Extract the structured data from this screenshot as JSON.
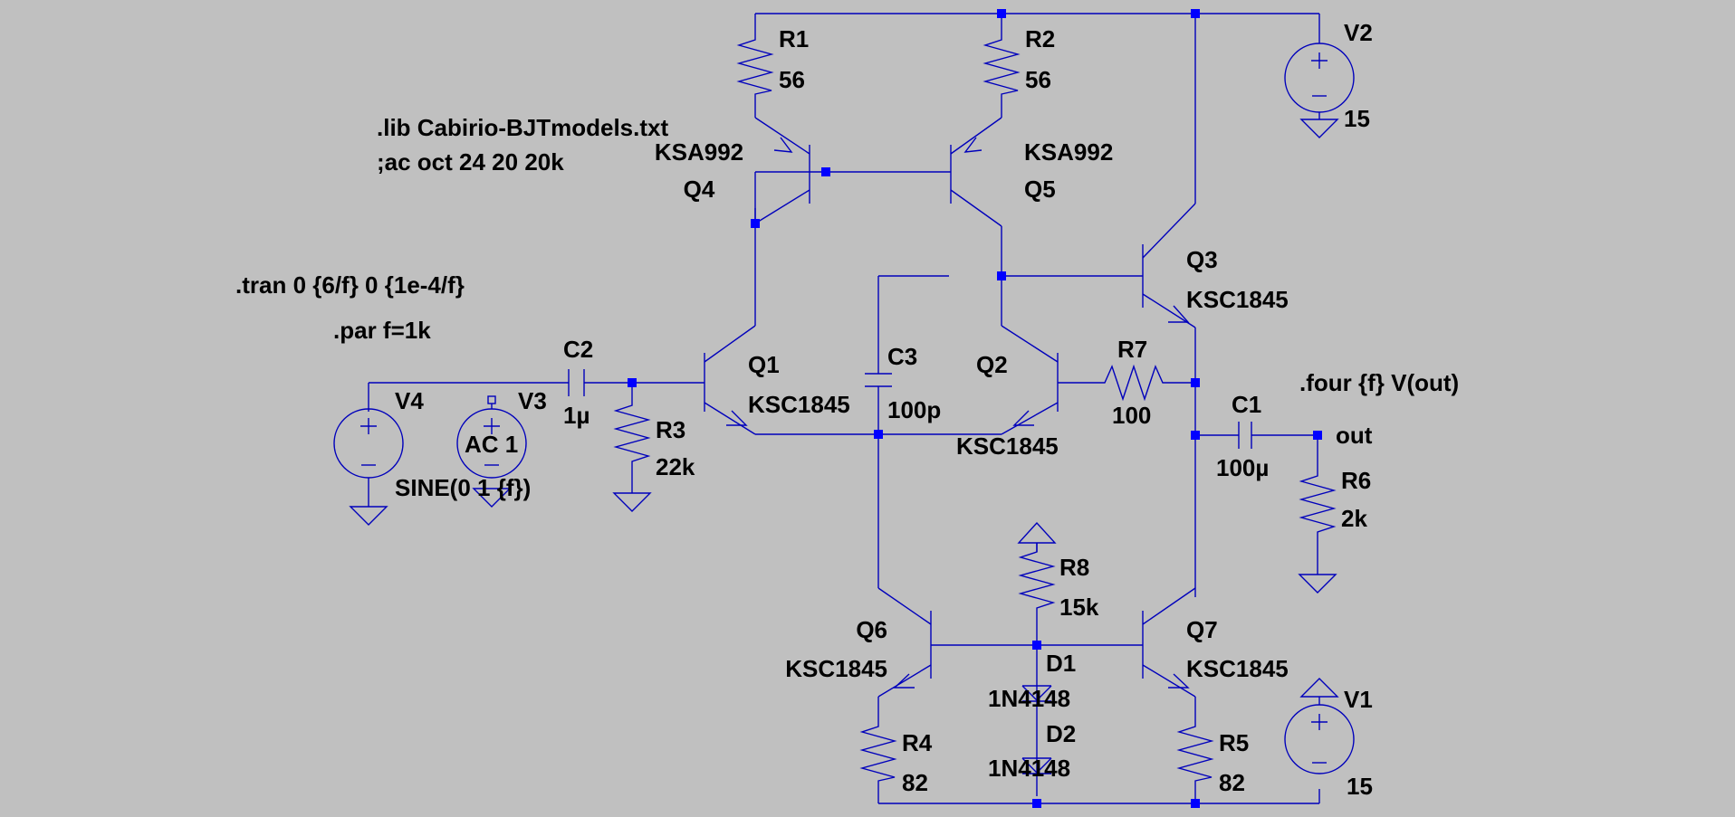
{
  "colors": {
    "background": "#c0c0c0",
    "wire": "#0000bb",
    "junction": "#0000ff",
    "text": "#000000"
  },
  "directives": {
    "lib": ".lib Cabirio-BJTmodels.txt",
    "ac": ";ac oct 24 20 20k",
    "tran": ".tran 0 {6/f} 0 {1e-4/f}",
    "par": ".par f=1k",
    "four": ".four {f} V(out)"
  },
  "components": {
    "R1": {
      "name": "R1",
      "value": "56"
    },
    "R2": {
      "name": "R2",
      "value": "56"
    },
    "R3": {
      "name": "R3",
      "value": "22k"
    },
    "R4": {
      "name": "R4",
      "value": "82"
    },
    "R5": {
      "name": "R5",
      "value": "82"
    },
    "R6": {
      "name": "R6",
      "value": "2k"
    },
    "R7": {
      "name": "R7",
      "value": "100"
    },
    "R8": {
      "name": "R8",
      "value": "15k"
    },
    "C1": {
      "name": "C1",
      "value": "100µ"
    },
    "C2": {
      "name": "C2",
      "value": "1µ"
    },
    "C3": {
      "name": "C3",
      "value": "100p"
    },
    "Q1": {
      "name": "Q1",
      "model": "KSC1845"
    },
    "Q2": {
      "name": "Q2",
      "model": "KSC1845"
    },
    "Q3": {
      "name": "Q3",
      "model": "KSC1845"
    },
    "Q4": {
      "name": "Q4",
      "model": "KSA992"
    },
    "Q5": {
      "name": "Q5",
      "model": "KSA992"
    },
    "Q6": {
      "name": "Q6",
      "model": "KSC1845"
    },
    "Q7": {
      "name": "Q7",
      "model": "KSC1845"
    },
    "D1": {
      "name": "D1",
      "model": "1N4148"
    },
    "D2": {
      "name": "D2",
      "model": "1N4148"
    },
    "V1": {
      "name": "V1",
      "value": "15"
    },
    "V2": {
      "name": "V2",
      "value": "15"
    },
    "V3": {
      "name": "V3",
      "value": "AC 1"
    },
    "V4": {
      "name": "V4",
      "value": "SINE(0 1 {f})"
    }
  },
  "nets": {
    "out": "out"
  }
}
